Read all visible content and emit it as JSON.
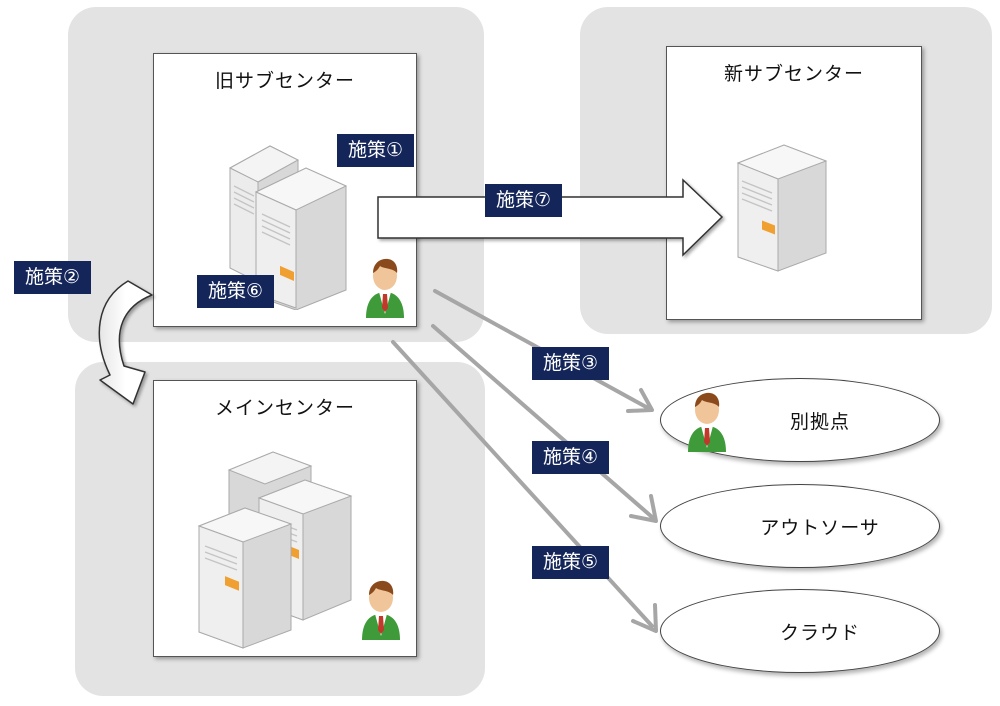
{
  "regions": {
    "old_sub_center": {
      "title": "旧サブセンター"
    },
    "new_sub_center": {
      "title": "新サブセンター"
    },
    "main_center": {
      "title": "メインセンター"
    }
  },
  "measures": {
    "m1": "施策①",
    "m2": "施策②",
    "m3": "施策③",
    "m4": "施策④",
    "m5": "施策⑤",
    "m6": "施策⑥",
    "m7": "施策⑦"
  },
  "destinations": {
    "branch": "別拠点",
    "outsourcer": "アウトソーサ",
    "cloud": "クラウド"
  },
  "colors": {
    "region_bg": "#e3e3e3",
    "badge_bg": "#142559",
    "badge_text": "#ffffff",
    "connector": "#a6a6a6",
    "server_accent": "#f0a030"
  },
  "icons": {
    "server": "server-tower-icon",
    "person": "businessman-icon"
  }
}
